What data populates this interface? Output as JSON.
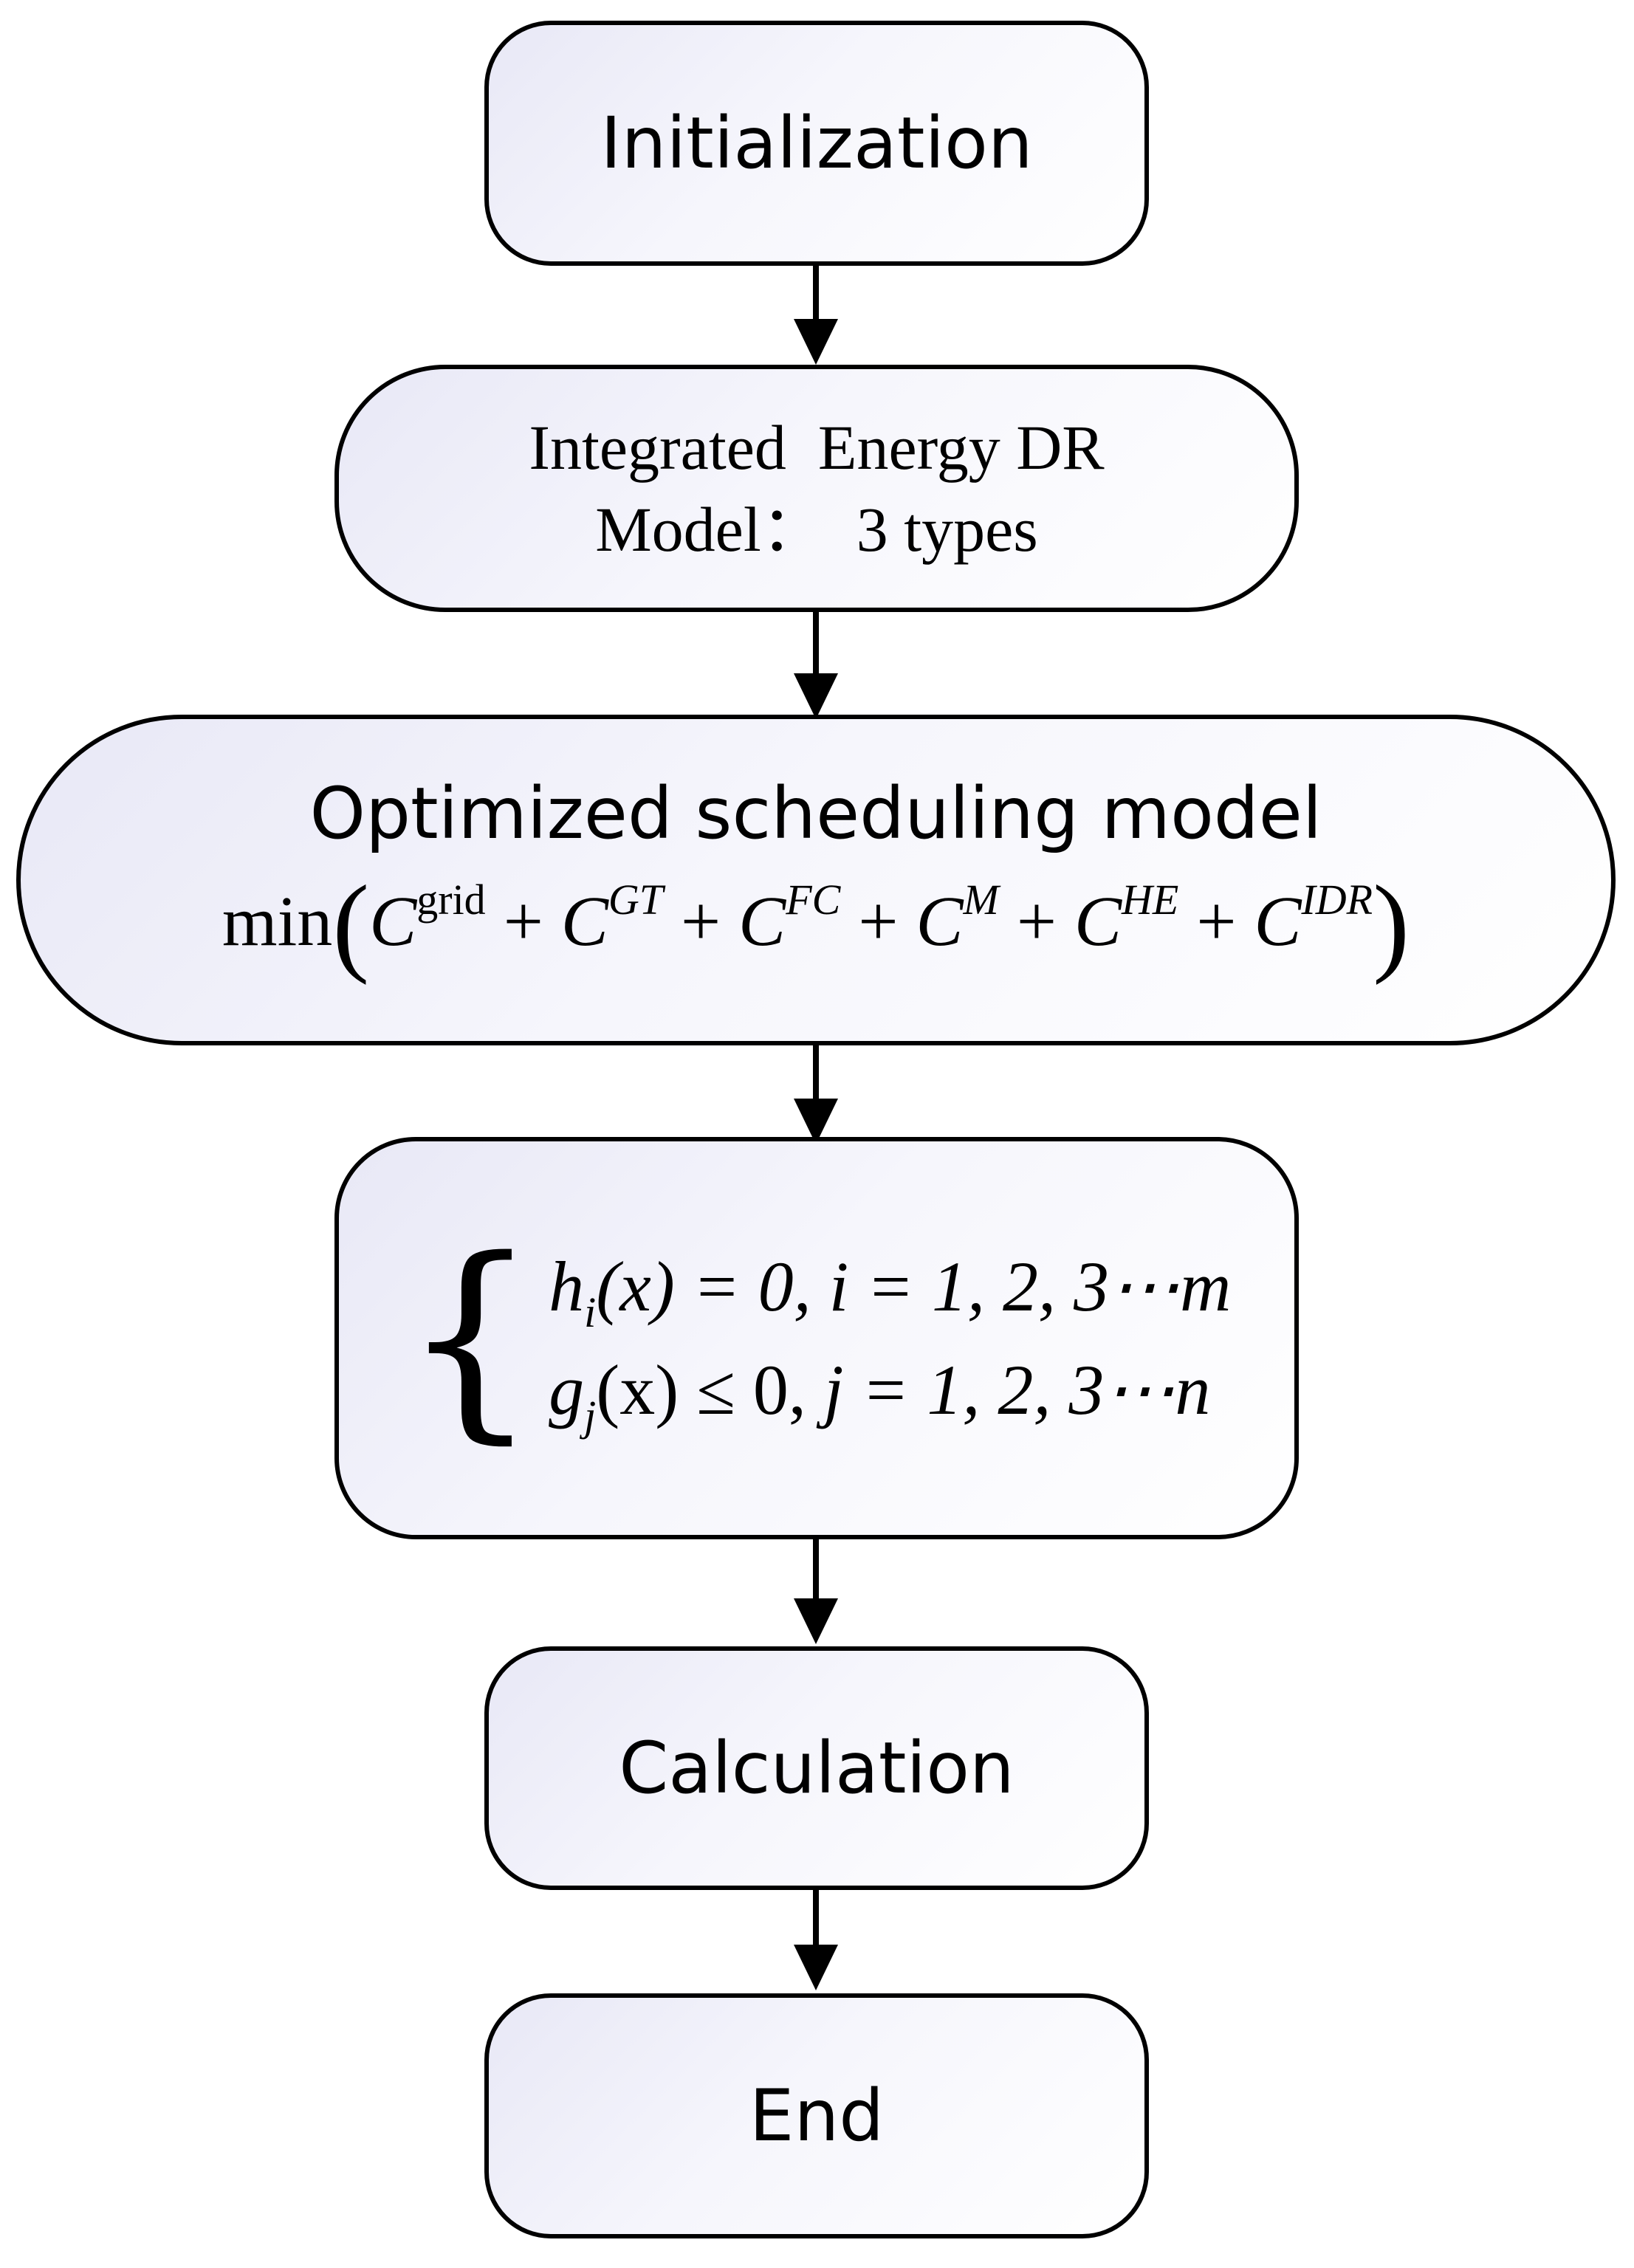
{
  "diagram": {
    "nodes": [
      {
        "id": "init",
        "label": "Initialization"
      },
      {
        "id": "idr",
        "label_line1": "Integrated  Energy DR",
        "label_line2": "Model：  3 types"
      },
      {
        "id": "opt",
        "label": "Optimized scheduling model",
        "formula": {
          "fn": "min",
          "terms": [
            {
              "base": "C",
              "sup": "grid"
            },
            {
              "base": "C",
              "sup": "GT"
            },
            {
              "base": "C",
              "sup": "FC"
            },
            {
              "base": "C",
              "sup": "M"
            },
            {
              "base": "C",
              "sup": "HE"
            },
            {
              "base": "C",
              "sup": "IDR"
            }
          ]
        }
      },
      {
        "id": "constraints",
        "eq1": {
          "fn": "h",
          "sub": "i",
          "body": "(x) = 0, ",
          "index": "i",
          "rest": " = 1, 2, 3⋯",
          "end": "m"
        },
        "eq2": {
          "fn": "g",
          "sub": "j",
          "body": "(x) ≤ 0, ",
          "index": "j",
          "rest": " = 1, 2, 3⋯",
          "end": "n"
        }
      },
      {
        "id": "calc",
        "label": "Calculation"
      },
      {
        "id": "end",
        "label": "End"
      }
    ],
    "edges": [
      {
        "from": "init",
        "to": "idr"
      },
      {
        "from": "idr",
        "to": "opt"
      },
      {
        "from": "opt",
        "to": "constraints"
      },
      {
        "from": "constraints",
        "to": "calc"
      },
      {
        "from": "calc",
        "to": "end"
      }
    ]
  }
}
